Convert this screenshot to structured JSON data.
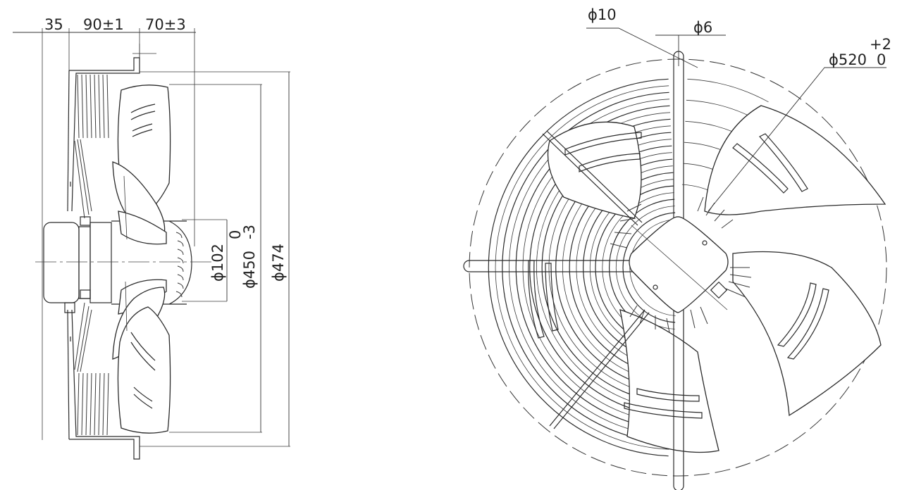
{
  "side_view": {
    "dims": {
      "d35": "35",
      "d90": "90±1",
      "d70": "70±3",
      "d102": "ϕ102",
      "d450": "ϕ450",
      "d450_tol": "0",
      "d450_tol2": "-3",
      "d474": "ϕ474"
    }
  },
  "front_view": {
    "dims": {
      "d10": "ϕ10",
      "d6": "ϕ6",
      "d520": "ϕ520",
      "d520_tol_top": "+2",
      "d520_tol_bottom": "0"
    }
  }
}
